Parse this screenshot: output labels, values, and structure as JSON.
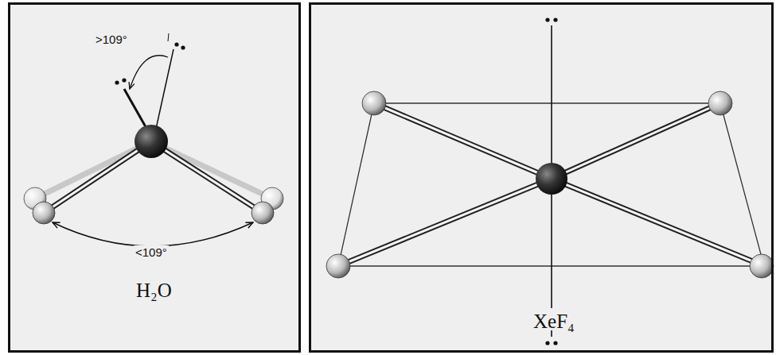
{
  "diagram": {
    "nodes": [
      {
        "text": [
          "H₂O"
        ]
      },
      {
        "text": [
          "XeF₄"
        ]
      }
    ],
    "labels": [
      ">109°",
      "<109°"
    ]
  }
}
